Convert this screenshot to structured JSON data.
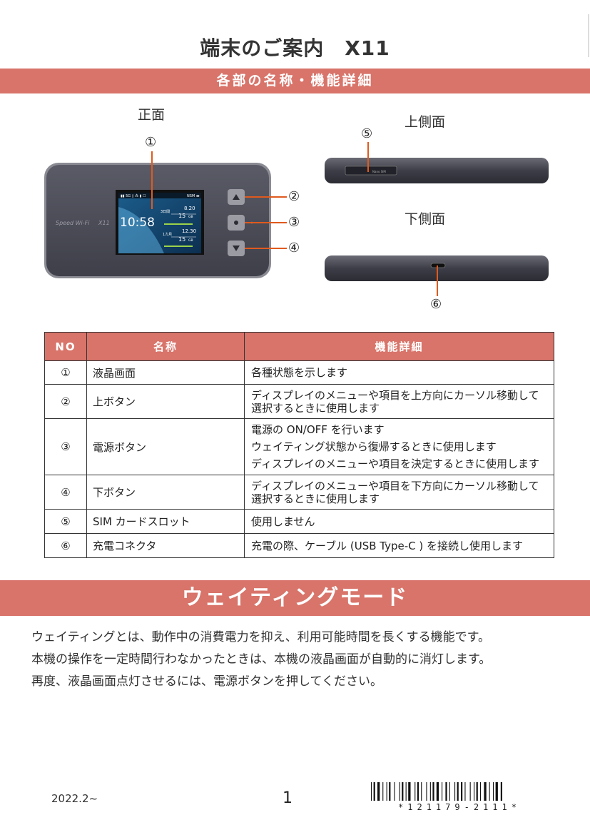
{
  "title": "端末のご案内　X11",
  "section_header": "各部の名称・機能詳細",
  "views": {
    "front": "正面",
    "top_side": "上側面",
    "bottom_side": "下側面"
  },
  "callouts": [
    "①",
    "②",
    "③",
    "④",
    "⑤",
    "⑥"
  ],
  "device_screen": {
    "brand": "Speed Wi-Fi",
    "model": "X11",
    "time": "10:58",
    "period1": "3日間",
    "period1_value": "8.20",
    "period1_total": "15",
    "period2": "1カ月",
    "period2_value": "12.30",
    "period2_total": "15",
    "unit": "GB"
  },
  "sim_slot_label": "Nano SIM",
  "table": {
    "headers": [
      "NO",
      "名称",
      "機能詳細"
    ],
    "rows": [
      {
        "no": "①",
        "name": "液晶画面",
        "desc": [
          "各種状態を示します"
        ]
      },
      {
        "no": "②",
        "name": "上ボタン",
        "desc": [
          "ディスプレイのメニューや項目を上方向にカーソル移動して",
          "選択するときに使用します"
        ]
      },
      {
        "no": "③",
        "name": "電源ボタン",
        "desc": [
          "電源の ON/OFF を行います",
          "ウェイティング状態から復帰するときに使用します",
          "ディスプレイのメニューや項目を決定するときに使用します"
        ]
      },
      {
        "no": "④",
        "name": "下ボタン",
        "desc": [
          "ディスプレイのメニューや項目を下方向にカーソル移動して",
          "選択するときに使用します"
        ]
      },
      {
        "no": "⑤",
        "name": "SIM カードスロット",
        "desc": [
          "使用しません"
        ]
      },
      {
        "no": "⑥",
        "name": "充電コネクタ",
        "desc": [
          "充電の際、ケーブル (USB Type-C ) を接続し使用します"
        ]
      }
    ]
  },
  "waiting_mode": {
    "header": "ウェイティングモード",
    "lines": [
      "ウェイティングとは、動作中の消費電力を抑え、利用可能時間を長くする機能です。",
      "本機の操作を一定時間行わなかったときは、本機の液晶画面が自動的に消灯します。",
      "再度、液晶画面点灯させるには、電源ボタンを押してください。"
    ]
  },
  "footer": {
    "date": "2022.2~",
    "page": "1",
    "barcode_text": "*121179-2111*"
  },
  "colors": {
    "accent": "#d8746a",
    "callout_line": "#e05a1e",
    "device_body": "#4a4b55"
  }
}
